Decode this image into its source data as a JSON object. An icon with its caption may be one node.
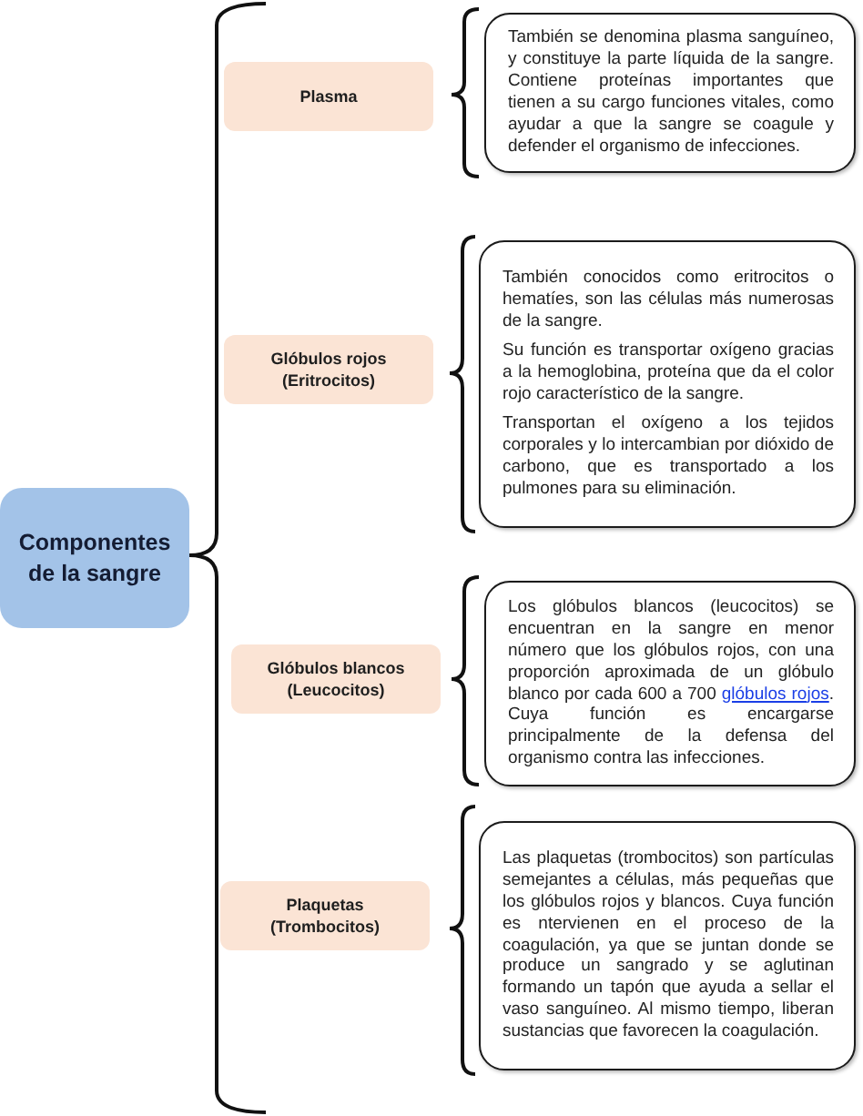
{
  "diagram": {
    "nodes": [
      {
        "text": [
          "Componentes de la sangre"
        ]
      },
      {
        "text": [
          "Plasma"
        ]
      },
      {
        "text": [
          "También se denomina plasma sanguíneo, y constituye la parte líquida de la sangre. Contiene proteínas importantes que tienen a su cargo funciones vitales, como ayudar a que la sangre se coagule y defender el organismo de infecciones."
        ]
      },
      {
        "text": [
          "Glóbulos rojos (Eritrocitos)"
        ]
      },
      {
        "text": [
          "También conocidos como eritrocitos o hematíes, son las células más numerosas de la sangre.",
          "Su función es transportar oxígeno gracias a la hemoglobina, proteína que da el color rojo característico de la sangre.",
          "Transportan el oxígeno a los tejidos corporales y lo intercambian por dióxido de carbono, que es transportado a los pulmones para su eliminación."
        ]
      },
      {
        "text": [
          "Glóbulos blancos (Leucocitos)"
        ]
      },
      {
        "text": [
          "Los glóbulos blancos (leucocitos) se encuentran en la sangre en menor número que los glóbulos rojos, con una proporción aproximada de un glóbulo blanco por cada 600 a 700 glóbulos rojos. Cuya función es encargarse principalmente de la defensa del organismo contra las infecciones."
        ]
      },
      {
        "text": [
          "Plaquetas (Trombocitos)"
        ]
      },
      {
        "text": [
          "Las plaquetas (trombocitos) son partículas semejantes a células, más pequeñas que los glóbulos rojos y blancos. Cuya función es ntervienen en el proceso de la coagulación, ya que se juntan donde se produce un sangrado y se aglutinan formando un tapón que ayuda a sellar el vaso sanguíneo. Al mismo tiempo, liberan sustancias que favorecen la coagulación."
        ]
      }
    ]
  }
}
